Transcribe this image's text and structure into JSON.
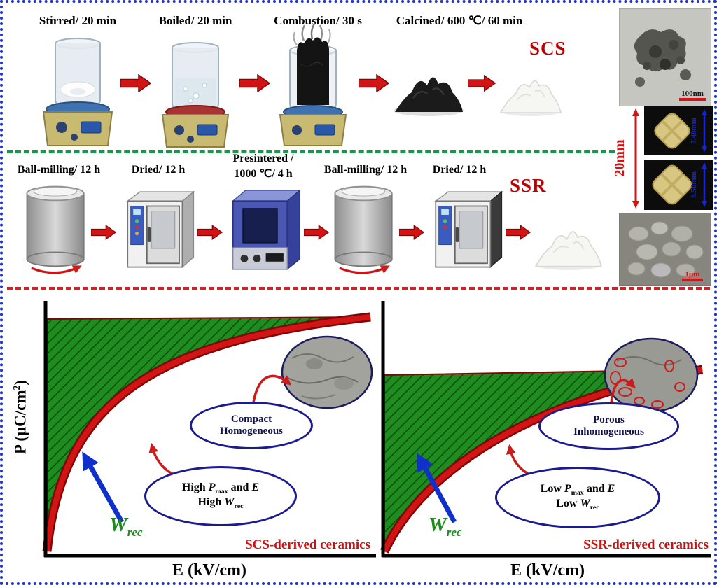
{
  "scs": {
    "step1": "Stirred/ 20 min",
    "step2": "Boiled/ 20 min",
    "step3": "Combustion/ 30 s",
    "step4": "Calcined/ 600 ℃/ 60 min",
    "route_label": "SCS",
    "tem_scale_label": "100nm"
  },
  "ssr": {
    "step1": "Ball-milling/ 12 h",
    "step2": "Dried/ 12 h",
    "step3_line1": "Presintered /",
    "step3_line2": "1000 ℃/ 4 h",
    "step4": "Ball-milling/ 12 h",
    "step5": "Dried/ 12 h",
    "route_label": "SSR",
    "sem_scale_label": "1μm"
  },
  "pellets": {
    "stack_height": "20mm",
    "top_diameter": "7.40mm",
    "bottom_diameter": "8.50mm"
  },
  "charts": {
    "y_axis": {
      "pre": "P (μC/cm",
      "sup": "2",
      "post": ")"
    },
    "left": {
      "xlabel": "E (kV/cm)",
      "micro1": "Compact",
      "micro2": "Homogeneous",
      "prop_l1_a": "High ",
      "prop_l1_p": "P",
      "prop_l1_psub": "max",
      "prop_l1_b": " and ",
      "prop_l1_e": "E",
      "prop_l2_a": "High ",
      "prop_l2_w": "W",
      "prop_l2_wsub": "rec",
      "wrec_main": "W",
      "wrec_sub": "rec",
      "caption": "SCS-derived ceramics"
    },
    "right": {
      "xlabel": "E (kV/cm)",
      "micro1": "Porous",
      "micro2": "Inhomogeneous",
      "prop_l1_a": "Low ",
      "prop_l1_p": "P",
      "prop_l1_psub": "max",
      "prop_l1_b": " and ",
      "prop_l1_e": "E",
      "prop_l2_a": "Low ",
      "prop_l2_w": "W",
      "prop_l2_wsub": "rec",
      "wrec_main": "W",
      "wrec_sub": "rec",
      "caption": "SSR-derived ceramics"
    }
  }
}
